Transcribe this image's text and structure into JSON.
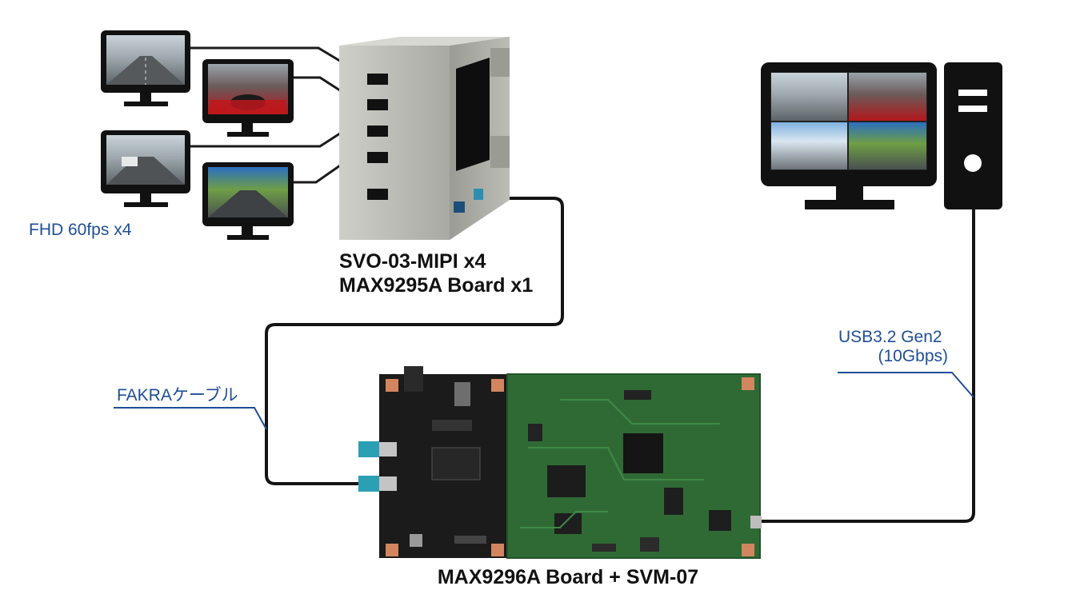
{
  "labels": {
    "monitors": "FHD 60fps x4",
    "box_line1": "SVO-03-MIPI x4",
    "box_line2": "MAX9295A Board x1",
    "cable": "FAKRAケーブル",
    "usb_line1": "USB3.2 Gen2",
    "usb_line2": "(10Gbps)",
    "board": "MAX9296A Board + SVM-07"
  },
  "icons": {
    "monitor": "monitor-icon",
    "pc_tower": "pc-tower-icon",
    "enclosure": "camera-enclosure-image",
    "board": "circuit-board-image"
  },
  "colors": {
    "annotation_blue": "#1f4e96",
    "cable": "#111111",
    "pcb_green": "#2f6a35",
    "pcb_black": "#1b1b1b",
    "metal": "#b9b9b4"
  }
}
